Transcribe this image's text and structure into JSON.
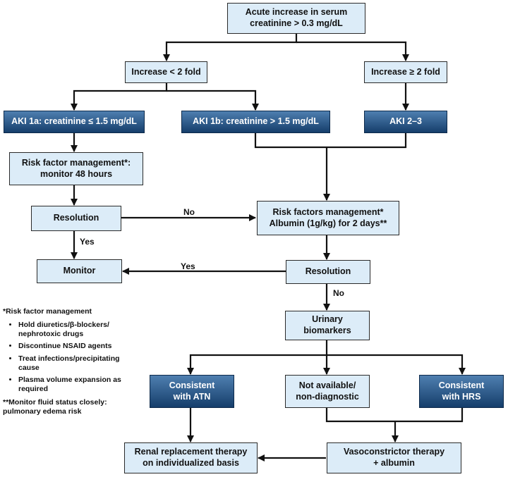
{
  "boxes": {
    "serum": [
      "Acute increase in serum",
      "creatinine > 0.3 mg/dL"
    ],
    "inc_lt2": [
      "Increase < 2 fold"
    ],
    "inc_ge2": [
      "Increase ≥ 2 fold"
    ],
    "aki1a": [
      "AKI 1a: creatinine ≤ 1.5 mg/dL"
    ],
    "aki1b": [
      "AKI 1b: creatinine > 1.5 mg/dL"
    ],
    "aki23": [
      "AKI 2–3"
    ],
    "rfm48": [
      "Risk factor management*:",
      "monitor 48 hours"
    ],
    "resolution1": [
      "Resolution"
    ],
    "rfm_albumin": [
      "Risk factors management*",
      "Albumin (1g/kg) for 2 days**"
    ],
    "monitor": [
      "Monitor"
    ],
    "resolution2": [
      "Resolution"
    ],
    "biomarkers": [
      "Urinary",
      "biomarkers"
    ],
    "atn": [
      "Consistent",
      "with ATN"
    ],
    "notavail": [
      "Not available/",
      "non-diagnostic"
    ],
    "hrs": [
      "Consistent",
      "with HRS"
    ],
    "rrt": [
      "Renal replacement therapy",
      "on individualized basis"
    ],
    "vaso": [
      "Vasoconstrictor therapy",
      "+ albumin"
    ]
  },
  "edge_labels": {
    "no_res1": "No",
    "yes_res1": "Yes",
    "yes_res2": "Yes",
    "no_res2": "No"
  },
  "notes": {
    "heading": "*Risk factor management",
    "items": [
      "Hold diuretics/β-blockers/ nephrotoxic drugs",
      "Discontinue NSAID agents",
      "Treat infections/precipitating cause",
      "Plasma volume expansion as required"
    ],
    "footnote": "**Monitor fluid status closely: pulmonary edema risk"
  }
}
